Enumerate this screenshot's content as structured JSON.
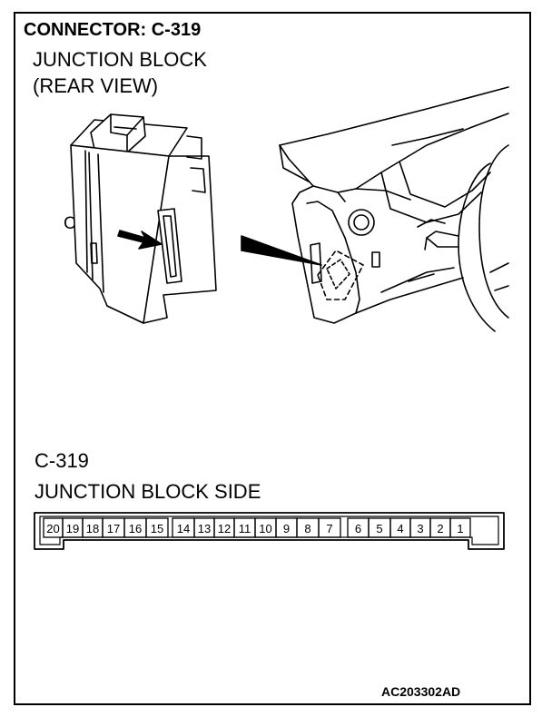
{
  "header": {
    "title": "CONNECTOR: C-319",
    "subtitle_line1": "JUNCTION BLOCK",
    "subtitle_line2": "(REAR VIEW)"
  },
  "illustration": {
    "callout_label": "C-319"
  },
  "connector": {
    "label": "C-319",
    "side_label": "JUNCTION BLOCK SIDE",
    "pins": [
      "20",
      "19",
      "18",
      "17",
      "16",
      "15",
      "14",
      "13",
      "12",
      "11",
      "10",
      "9",
      "8",
      "7",
      "6",
      "5",
      "4",
      "3",
      "2",
      "1"
    ]
  },
  "footer": {
    "code": "AC203302AD"
  }
}
